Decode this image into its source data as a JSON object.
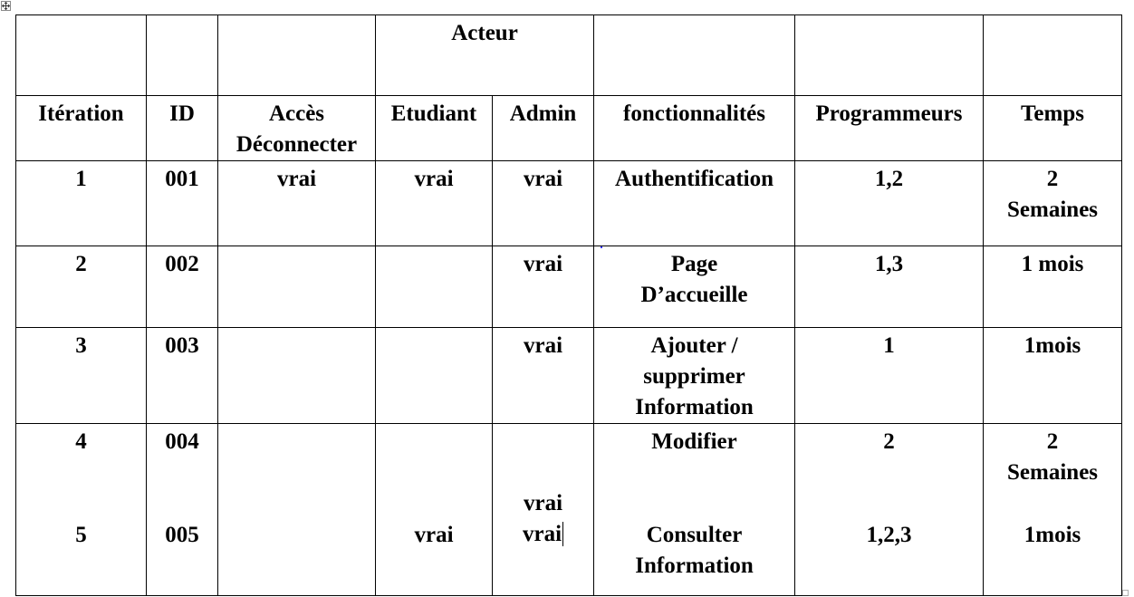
{
  "table": {
    "group_header": "Acteur",
    "headers": {
      "iteration": "Itération",
      "id": "ID",
      "acces_line1": "Accès",
      "acces_line2": "Déconnecter",
      "etudiant": "Etudiant",
      "admin": "Admin",
      "fonctionnalites": "fonctionnalités",
      "programmeurs": "Programmeurs",
      "temps": "Temps"
    },
    "rows": [
      {
        "iteration": "1",
        "id": "001",
        "acces": "vrai",
        "etudiant": "vrai",
        "admin": "vrai",
        "fonct_line1": "Authentification",
        "fonct_line2": "",
        "prog": "1,2",
        "temps_line1": "2",
        "temps_line2": "Semaines"
      },
      {
        "iteration": "2",
        "id": "002",
        "acces": "",
        "etudiant": "",
        "admin": "vrai",
        "fonct_line1": "Page",
        "fonct_line2": "D’accueille",
        "prog": "1,3",
        "temps_line1": "1 mois",
        "temps_line2": ""
      },
      {
        "iteration": "3",
        "id": "003",
        "acces": "",
        "etudiant": "",
        "admin": "vrai",
        "fonct_line1": "Ajouter /",
        "fonct_line2": "supprimer",
        "fonct_line3": "Information",
        "prog": "1",
        "temps_line1": "1mois",
        "temps_line2": ""
      }
    ],
    "merged_row": {
      "iteration_a": "4",
      "iteration_b": "5",
      "id_a": "004",
      "id_b": "005",
      "etudiant_b": "vrai",
      "admin_a": "vrai",
      "admin_b": "vrai",
      "fonct_a": "Modifier",
      "fonct_b_line1": "Consulter",
      "fonct_b_line2": "Information",
      "prog_a": "2",
      "prog_b": "1,2,3",
      "temps_a_line1": "2",
      "temps_a_line2": "Semaines",
      "temps_b": "1mois"
    }
  },
  "icons": {
    "move_handle": "move-arrows-icon",
    "resize_handle": "resize-handle-icon"
  },
  "colors": {
    "border": "#000000",
    "text": "#000000"
  }
}
